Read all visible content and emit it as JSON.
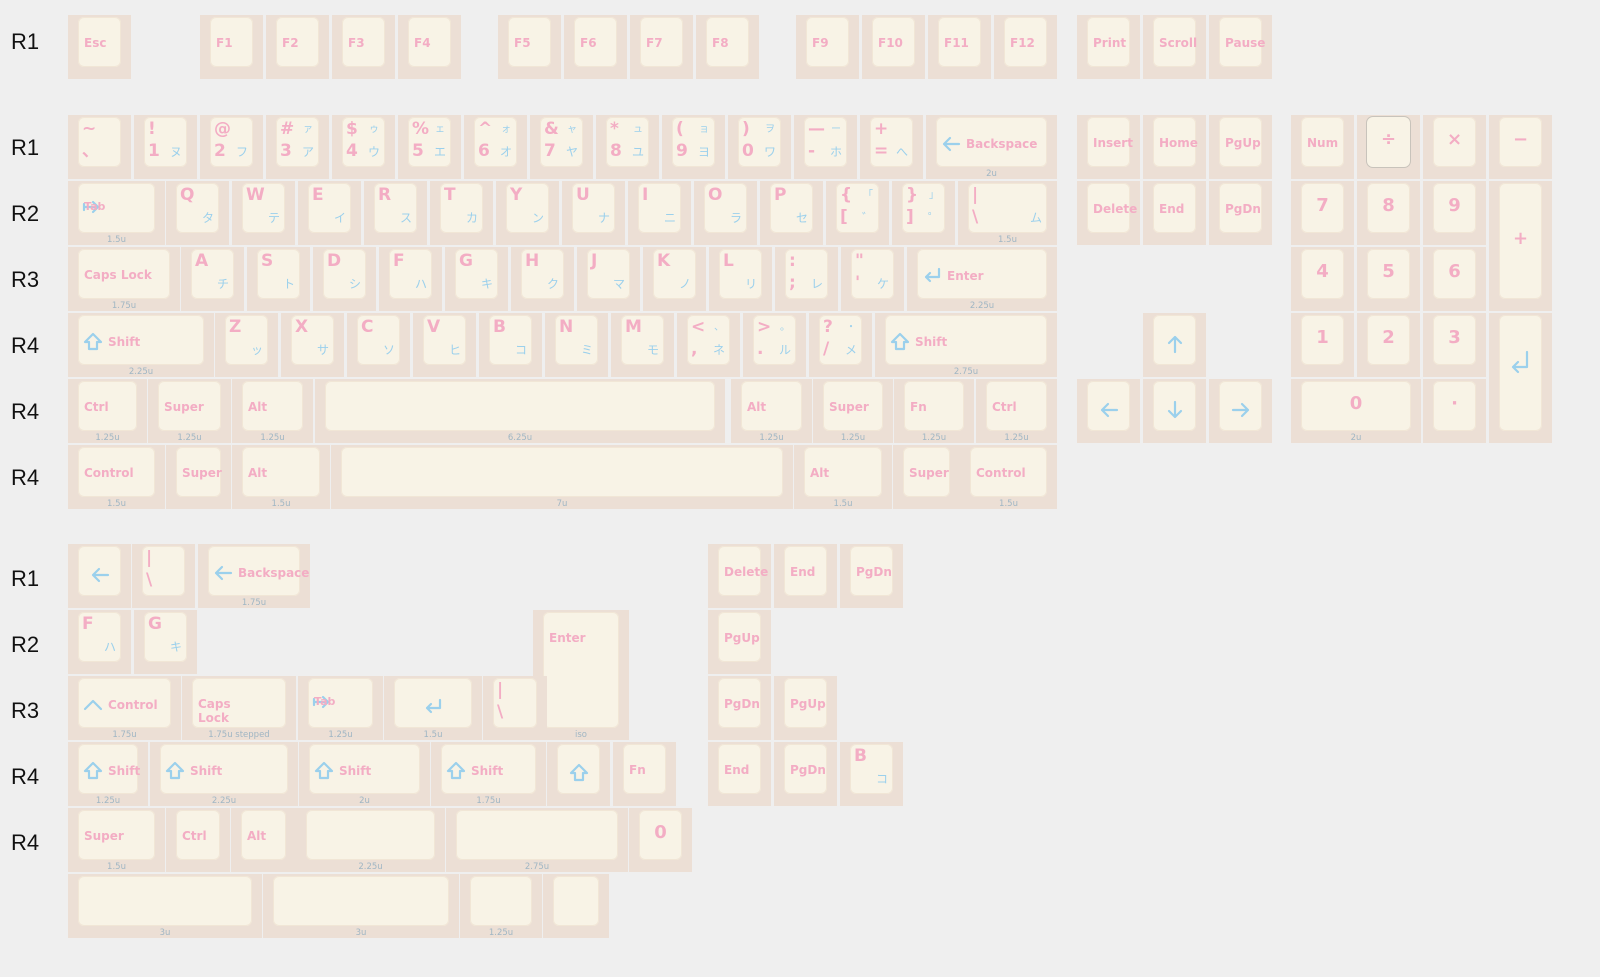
{
  "row_labels": [
    "R1",
    "R1",
    "R2",
    "R3",
    "R4",
    "R4",
    "R4",
    "R1",
    "R2",
    "R3",
    "R4",
    "R4"
  ],
  "colors": {
    "background": "#efefef",
    "key_base": "#ecdfd5",
    "keycap": "#f8f3e6",
    "legend_pink": "#f3adc4",
    "legend_blue": "#9bd0ec",
    "size_label": "#a0b6c4"
  },
  "keys": {
    "r0": [
      {
        "t": "Esc"
      },
      {
        "t": "F1"
      },
      {
        "t": "F2"
      },
      {
        "t": "F3"
      },
      {
        "t": "F4"
      },
      {
        "t": "F5"
      },
      {
        "t": "F6"
      },
      {
        "t": "F7"
      },
      {
        "t": "F8"
      },
      {
        "t": "F9"
      },
      {
        "t": "F10"
      },
      {
        "t": "F11"
      },
      {
        "t": "F12"
      },
      {
        "t": "Print"
      },
      {
        "t": "Scroll"
      },
      {
        "t": "Pause"
      }
    ],
    "r1": [
      {
        "tl": "~",
        "bl": "、"
      },
      {
        "tl": "!",
        "bl": "1",
        "br": "ヌ"
      },
      {
        "tl": "@",
        "bl": "2",
        "br": "フ"
      },
      {
        "tl": "#",
        "tr": "ァ",
        "bl": "3",
        "br": "ア"
      },
      {
        "tl": "$",
        "tr": "ゥ",
        "bl": "4",
        "br": "ウ"
      },
      {
        "tl": "%",
        "tr": "ェ",
        "bl": "5",
        "br": "エ"
      },
      {
        "tl": "^",
        "tr": "ォ",
        "bl": "6",
        "br": "オ"
      },
      {
        "tl": "&",
        "tr": "ャ",
        "bl": "7",
        "br": "ヤ"
      },
      {
        "tl": "*",
        "tr": "ュ",
        "bl": "8",
        "br": "ユ"
      },
      {
        "tl": "(",
        "tr": "ョ",
        "bl": "9",
        "br": "ヨ"
      },
      {
        "tl": ")",
        "tr": "ヲ",
        "bl": "0",
        "br": "ワ"
      },
      {
        "tl": "—",
        "tr": "ー",
        "bl": "-",
        "br": "ホ"
      },
      {
        "tl": "+",
        "bl": "=",
        "br": "へ"
      },
      {
        "t": "Backspace",
        "sz": "2u"
      },
      {
        "t": "Insert"
      },
      {
        "t": "Home"
      },
      {
        "t": "PgUp"
      },
      {
        "t": "Num"
      },
      {
        "t": "÷"
      },
      {
        "t": "×"
      },
      {
        "t": "−"
      }
    ],
    "r2": [
      {
        "t": "Tab",
        "sz": "1.5u"
      },
      {
        "tl": "Q",
        "br": "タ"
      },
      {
        "tl": "W",
        "br": "テ"
      },
      {
        "tl": "E",
        "br": "イ"
      },
      {
        "tl": "R",
        "br": "ス"
      },
      {
        "tl": "T",
        "br": "カ"
      },
      {
        "tl": "Y",
        "br": "ン"
      },
      {
        "tl": "U",
        "br": "ナ"
      },
      {
        "tl": "I",
        "br": "ニ"
      },
      {
        "tl": "O",
        "br": "ラ"
      },
      {
        "tl": "P",
        "br": "セ"
      },
      {
        "tl": "{",
        "tr": "「",
        "bl": "[",
        "br": "゛"
      },
      {
        "tl": "}",
        "tr": "」",
        "bl": "]",
        "br": "゜"
      },
      {
        "tl": "|",
        "bl": "\\",
        "br": "ム",
        "sz": "1.5u"
      },
      {
        "t": "Delete"
      },
      {
        "t": "End"
      },
      {
        "t": "PgDn"
      },
      {
        "t": "7"
      },
      {
        "t": "8"
      },
      {
        "t": "9"
      },
      {
        "t": "+"
      }
    ],
    "r3": [
      {
        "t": "Caps Lock",
        "sz": "1.75u"
      },
      {
        "tl": "A",
        "br": "チ"
      },
      {
        "tl": "S",
        "br": "ト"
      },
      {
        "tl": "D",
        "br": "シ"
      },
      {
        "tl": "F",
        "br": "ハ"
      },
      {
        "tl": "G",
        "br": "キ"
      },
      {
        "tl": "H",
        "br": "ク"
      },
      {
        "tl": "J",
        "br": "マ"
      },
      {
        "tl": "K",
        "br": "ノ"
      },
      {
        "tl": "L",
        "br": "リ"
      },
      {
        "tl": ":",
        "bl": ";",
        "br": "レ"
      },
      {
        "tl": "\"",
        "bl": "'",
        "br": "ケ"
      },
      {
        "t": "Enter",
        "sz": "2.25u"
      },
      {
        "t": "4"
      },
      {
        "t": "5"
      },
      {
        "t": "6"
      }
    ],
    "r4": [
      {
        "t": "Shift",
        "sz": "2.25u"
      },
      {
        "tl": "Z",
        "br": "ッ"
      },
      {
        "tl": "X",
        "br": "サ"
      },
      {
        "tl": "C",
        "br": "ソ"
      },
      {
        "tl": "V",
        "br": "ヒ"
      },
      {
        "tl": "B",
        "br": "コ"
      },
      {
        "tl": "N",
        "br": "ミ"
      },
      {
        "tl": "M",
        "br": "モ"
      },
      {
        "tl": "<",
        "tr": "、",
        "bl": ",",
        "br": "ネ"
      },
      {
        "tl": ">",
        "tr": "。",
        "bl": ".",
        "br": "ル"
      },
      {
        "tl": "?",
        "tr": "・",
        "bl": "/",
        "br": "メ"
      },
      {
        "t": "Shift",
        "sz": "2.75u"
      },
      {
        "t": "↑"
      },
      {
        "t": "1"
      },
      {
        "t": "2"
      },
      {
        "t": "3"
      },
      {
        "t": "↵"
      }
    ],
    "r5": [
      {
        "t": "Ctrl",
        "sz": "1.25u"
      },
      {
        "t": "Super",
        "sz": "1.25u"
      },
      {
        "t": "Alt",
        "sz": "1.25u"
      },
      {
        "t": "",
        "sz": "6.25u"
      },
      {
        "t": "Alt",
        "sz": "1.25u"
      },
      {
        "t": "Super",
        "sz": "1.25u"
      },
      {
        "t": "Fn",
        "sz": "1.25u"
      },
      {
        "t": "Ctrl",
        "sz": "1.25u"
      },
      {
        "t": "←"
      },
      {
        "t": "↓"
      },
      {
        "t": "→"
      },
      {
        "t": "0",
        "sz": "2u"
      },
      {
        "t": "·"
      }
    ],
    "r6": [
      {
        "t": "Control",
        "sz": "1.5u"
      },
      {
        "t": "Super"
      },
      {
        "t": "Alt",
        "sz": "1.5u"
      },
      {
        "t": "",
        "sz": "7u"
      },
      {
        "t": "Alt",
        "sz": "1.5u"
      },
      {
        "t": "Super"
      },
      {
        "t": "Control",
        "sz": "1.5u"
      }
    ],
    "r7": [
      {
        "t": "←"
      },
      {
        "tl": "|",
        "bl": "\\"
      },
      {
        "t": "Backspace",
        "sz": "1.75u"
      },
      {
        "t": "Delete"
      },
      {
        "t": "End"
      },
      {
        "t": "PgDn"
      }
    ],
    "r8": [
      {
        "tl": "F",
        "br": "ハ"
      },
      {
        "tl": "G",
        "br": "キ"
      },
      {
        "t": "Enter",
        "sz": "iso"
      },
      {
        "t": "PgUp"
      }
    ],
    "r9": [
      {
        "t": "Control",
        "sz": "1.75u"
      },
      {
        "t": "Caps",
        "t2": "Lock",
        "sz": "1.75u stepped"
      },
      {
        "t": "Tab",
        "sz": "1.25u"
      },
      {
        "t": "",
        "sz": "1.5u"
      },
      {
        "tl": "|",
        "bl": "\\"
      },
      {
        "t": "PgDn"
      },
      {
        "t": "PgUp"
      }
    ],
    "r10": [
      {
        "t": "Shift",
        "sz": "1.25u"
      },
      {
        "t": "Shift",
        "sz": "2.25u"
      },
      {
        "t": "Shift",
        "sz": "2u"
      },
      {
        "t": "Shift",
        "sz": "1.75u"
      },
      {
        "t": ""
      },
      {
        "t": "Fn"
      },
      {
        "t": "End"
      },
      {
        "t": "PgDn"
      },
      {
        "tl": "B",
        "br": "コ"
      }
    ],
    "r11": [
      {
        "t": "Super",
        "sz": "1.5u"
      },
      {
        "t": "Ctrl"
      },
      {
        "t": "Alt"
      },
      {
        "t": "",
        "sz": "2.25u"
      },
      {
        "t": "",
        "sz": "2.75u"
      },
      {
        "t": "0"
      }
    ],
    "r12": [
      {
        "t": "",
        "sz": "3u"
      },
      {
        "t": "",
        "sz": "3u"
      },
      {
        "t": "",
        "sz": "1.25u"
      },
      {
        "t": ""
      }
    ]
  }
}
